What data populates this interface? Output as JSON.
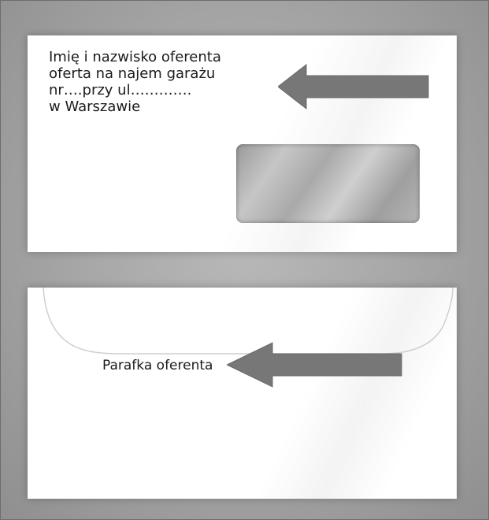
{
  "front_envelope": {
    "address_lines": [
      "Imię i nazwisko oferenta",
      "oferta na najem garażu",
      "nr….przy ul………….",
      "w Warszawie"
    ]
  },
  "back_envelope": {
    "flap_label": "Parafka oferenta"
  },
  "colors": {
    "arrow_fill": "#777777",
    "background": "#a8a8a8",
    "envelope": "#ffffff"
  },
  "icons": {
    "address_pointer": "arrow-left-icon",
    "flap_pointer": "arrow-left-icon"
  }
}
